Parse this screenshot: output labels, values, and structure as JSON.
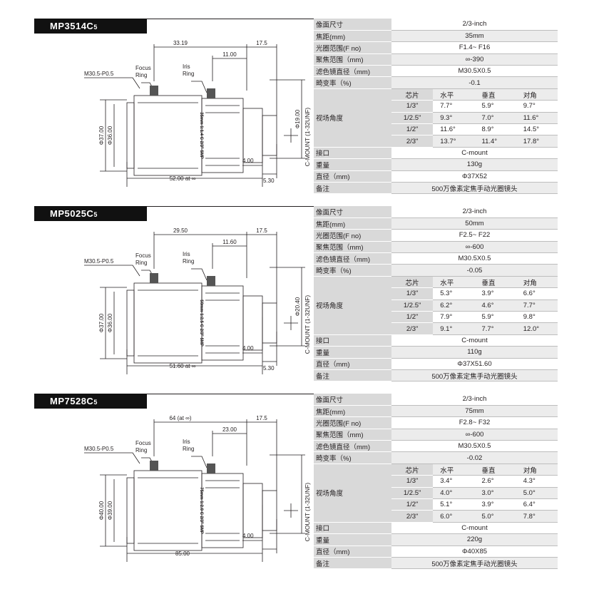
{
  "labels": {
    "sensor": "像面尺寸",
    "focal": "焦距(mm)",
    "aperture": "光圈范围(F no)",
    "focus": "聚焦范围（mm)",
    "filter": "滤色镜直径（mm)",
    "distortion": "畸变率（%)",
    "fov": "视场角度",
    "chip": "芯片",
    "horizontal": "水平",
    "vertical": "垂直",
    "diagonal": "对角",
    "mount": "接口",
    "weight": "重量",
    "diameter": "直径（mm)",
    "note": "备注"
  },
  "products": [
    {
      "model_main": "MP3514C",
      "model_sub": "5",
      "sensor": "2/3-inch",
      "focal": "35mm",
      "aperture": "F1.4~ F16",
      "focus": "∞-390",
      "filter": "M30.5X0.5",
      "distortion": "-0.1",
      "fov": [
        {
          "chip": "1/3\"",
          "h": "7.7°",
          "v": "5.9°",
          "d": "9.7°"
        },
        {
          "chip": "1/2.5\"",
          "h": "9.3°",
          "v": "7.0°",
          "d": "11.6°"
        },
        {
          "chip": "1/2\"",
          "h": "11.6°",
          "v": "8.9°",
          "d": "14.5°"
        },
        {
          "chip": "2/3\"",
          "h": "13.7°",
          "v": "11.4°",
          "d": "17.8°"
        }
      ],
      "mount": "C-mount",
      "weight": "130g",
      "diameter": "Φ37X52",
      "note": "500万像素定焦手动光圈镜头",
      "drawing": {
        "thread": "M30.5-P0.5",
        "focus_ring": "Focus",
        "focus_ring2": "Ring",
        "iris_ring": "Iris",
        "iris_ring2": "Ring",
        "dim_top": "33.19",
        "dim_top2": "17.5",
        "dim_top3": "11.00",
        "od1": "Φ37.00",
        "od2": "Φ36.00",
        "mount_d": "Φ19.00",
        "cmount": "C-MOUNT (1-32UNF)",
        "flange": "4.00",
        "back": "5.30",
        "length": "52.00  at ∞",
        "engrave": "35mm 1:1.4  C 2/3\" 5MP"
      }
    },
    {
      "model_main": "MP5025C",
      "model_sub": "5",
      "sensor": "2/3-inch",
      "focal": "50mm",
      "aperture": "F2.5~ F22",
      "focus": "∞-600",
      "filter": "M30.5X0.5",
      "distortion": "-0.05",
      "fov": [
        {
          "chip": "1/3\"",
          "h": "5.3°",
          "v": "3.9°",
          "d": "6.6°"
        },
        {
          "chip": "1/2.5\"",
          "h": "6.2°",
          "v": "4.6°",
          "d": "7.7°"
        },
        {
          "chip": "1/2\"",
          "h": "7.9°",
          "v": "5.9°",
          "d": "9.8°"
        },
        {
          "chip": "2/3\"",
          "h": "9.1°",
          "v": "7.7°",
          "d": "12.0°"
        }
      ],
      "mount": "C-mount",
      "weight": "110g",
      "diameter": "Φ37X51.60",
      "note": "500万像素定焦手动光圈镜头",
      "drawing": {
        "thread": "M30.5-P0.5",
        "focus_ring": "Focus",
        "focus_ring2": "Ring",
        "iris_ring": "Iris",
        "iris_ring2": "Ring",
        "dim_top": "29.50",
        "dim_top2": "17.5",
        "dim_top3": "11.60",
        "od1": "Φ37.00",
        "od2": "Φ36.00",
        "mount_d": "Φ20.40",
        "cmount": "C-MOUNT (1-32UNF)",
        "flange": "4.00",
        "back": "5.30",
        "length": "51.60  at ∞",
        "engrave": "50mm 1:2.5  C 2/3\" 5MP"
      }
    },
    {
      "model_main": "MP7528C",
      "model_sub": "5",
      "sensor": "2/3-inch",
      "focal": "75mm",
      "aperture": "F2.8~ F32",
      "focus": "∞-600",
      "filter": "M30.5X0.5",
      "distortion": "-0.02",
      "fov": [
        {
          "chip": "1/3\"",
          "h": "3.4°",
          "v": "2.6°",
          "d": "4.3°"
        },
        {
          "chip": "1/2.5\"",
          "h": "4.0°",
          "v": "3.0°",
          "d": "5.0°"
        },
        {
          "chip": "1/2\"",
          "h": "5.1°",
          "v": "3.9°",
          "d": "6.4°"
        },
        {
          "chip": "2/3\"",
          "h": "6.0°",
          "v": "5.0°",
          "d": "7.8°"
        }
      ],
      "mount": "C-mount",
      "weight": "220g",
      "diameter": "Φ40X85",
      "note": "500万像素定焦手动光圈镜头",
      "drawing": {
        "thread": "M30.5-P0.5",
        "focus_ring": "Focus",
        "focus_ring2": "Ring",
        "iris_ring": "Iris",
        "iris_ring2": "Ring",
        "dim_top": "64 (at ∞)",
        "dim_top2": "17.5",
        "dim_top3": "23.00",
        "od1": "Φ40.00",
        "od2": "Φ39.00",
        "mount_d": "",
        "cmount": "C-MOUNT (1-32UNF)",
        "flange": "4.00",
        "back": "",
        "length": "85.00",
        "engrave": "75mm 1:2.8  C 2/3\" 5MP"
      }
    }
  ]
}
